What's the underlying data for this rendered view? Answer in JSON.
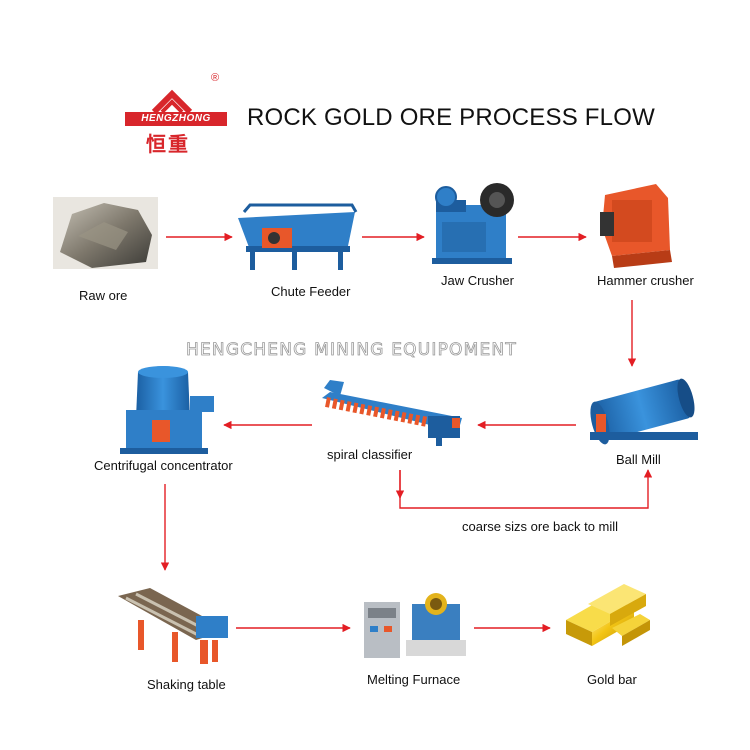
{
  "header": {
    "logo_text": "HENGZHONG",
    "logo_mark": "®",
    "logo_cn": "恒重",
    "title": "ROCK GOLD ORE PROCESS FLOW"
  },
  "watermark": "HENGCHENG MINING EQUIPOMENT",
  "stages": {
    "raw_ore": "Raw ore",
    "chute_feeder": "Chute Feeder",
    "jaw_crusher": "Jaw Crusher",
    "hammer_crusher": "Hammer crusher",
    "ball_mill": "Ball Mill",
    "spiral_classifier": "spiral classifier",
    "centrifugal_concentrator": "Centrifugal concentrator",
    "shaking_table": "Shaking table",
    "melting_furnace": "Melting Furnace",
    "gold_bar": "Gold bar"
  },
  "loop_label": "coarse sizs ore back to mill",
  "colors": {
    "arrow": "#e31e24",
    "brand": "#d8262b",
    "equipment_blue": "#2f7fc8",
    "equipment_orange": "#e8572a",
    "gold": "#f3c515"
  }
}
